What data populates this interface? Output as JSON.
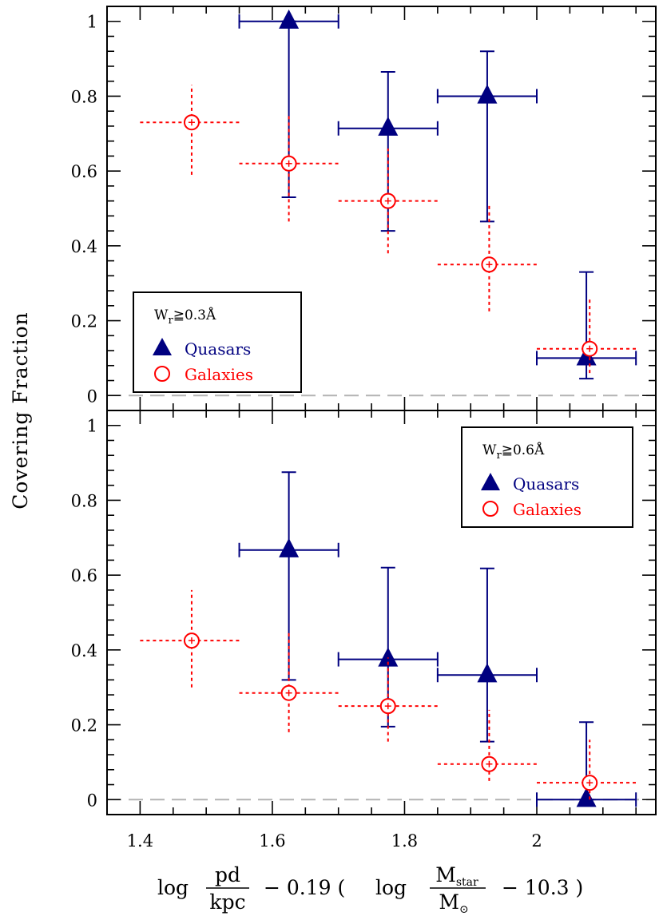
{
  "chart_data": [
    {
      "type": "scatter",
      "panel": "top",
      "ylabel": "Covering Fraction",
      "xlim": [
        1.35,
        2.18
      ],
      "ylim": [
        -0.04,
        1.04
      ],
      "x_ticks": [
        1.4,
        1.6,
        1.8,
        2
      ],
      "x_tick_labels": [
        "1.4",
        "1.6",
        "1.8",
        "2"
      ],
      "y_ticks": [
        0,
        0.2,
        0.4,
        0.6,
        0.8,
        1
      ],
      "y_tick_labels": [
        "0",
        "0.2",
        "0.4",
        "0.6",
        "0.8",
        "1"
      ],
      "reference_line": {
        "y": 0,
        "style": "dashed",
        "color": "#b3b3b3"
      },
      "legend": {
        "placement": "left-lower",
        "title_base": "W",
        "title_sub": "r",
        "title_rest": "≧0.3Å",
        "entries": [
          "Quasars",
          "Galaxies"
        ]
      },
      "series": [
        {
          "name": "Quasars",
          "marker": "filled-triangle",
          "color": "#000080",
          "points": [
            {
              "x": 1.625,
              "y": 1.0,
              "xlo": 1.55,
              "xhi": 1.7,
              "ylo": 0.53,
              "yhi": 1.0
            },
            {
              "x": 1.775,
              "y": 0.714,
              "xlo": 1.7,
              "xhi": 1.85,
              "ylo": 0.44,
              "yhi": 0.865
            },
            {
              "x": 1.925,
              "y": 0.8,
              "xlo": 1.85,
              "xhi": 2.0,
              "ylo": 0.465,
              "yhi": 0.92
            },
            {
              "x": 2.075,
              "y": 0.1,
              "xlo": 2.0,
              "xhi": 2.15,
              "ylo": 0.045,
              "yhi": 0.33
            }
          ]
        },
        {
          "name": "Galaxies",
          "marker": "open-circle",
          "color": "#ff0000",
          "points": [
            {
              "x": 1.478,
              "y": 0.73,
              "xlo": 1.4,
              "xhi": 1.55,
              "ylo": 0.59,
              "yhi": 0.83
            },
            {
              "x": 1.625,
              "y": 0.62,
              "xlo": 1.55,
              "xhi": 1.7,
              "ylo": 0.465,
              "yhi": 0.75
            },
            {
              "x": 1.775,
              "y": 0.52,
              "xlo": 1.7,
              "xhi": 1.85,
              "ylo": 0.38,
              "yhi": 0.66
            },
            {
              "x": 1.928,
              "y": 0.35,
              "xlo": 1.85,
              "xhi": 2.0,
              "ylo": 0.225,
              "yhi": 0.51
            },
            {
              "x": 2.08,
              "y": 0.125,
              "xlo": 2.0,
              "xhi": 2.15,
              "ylo": 0.06,
              "yhi": 0.26
            }
          ]
        }
      ]
    },
    {
      "type": "scatter",
      "panel": "bottom",
      "xlabel_parts": {
        "log1": "log",
        "frac1_num": "pd",
        "frac1_den": "kpc",
        "mid": "− 0.19 (",
        "log2": "log",
        "frac2_num_base": "M",
        "frac2_num_sub": "star",
        "frac2_den_base": "M",
        "frac2_den_sub": "⊙",
        "tail": "− 10.3 )"
      },
      "xlim": [
        1.35,
        2.18
      ],
      "ylim": [
        -0.04,
        1.04
      ],
      "x_ticks": [
        1.4,
        1.6,
        1.8,
        2
      ],
      "x_tick_labels": [
        "1.4",
        "1.6",
        "1.8",
        "2"
      ],
      "y_ticks": [
        0,
        0.2,
        0.4,
        0.6,
        0.8,
        1
      ],
      "y_tick_labels": [
        "0",
        "0.2",
        "0.4",
        "0.6",
        "0.8",
        "1"
      ],
      "reference_line": {
        "y": 0,
        "style": "dashed",
        "color": "#b3b3b3"
      },
      "legend": {
        "placement": "top-right",
        "title_base": "W",
        "title_sub": "r",
        "title_rest": "≧0.6Å",
        "entries": [
          "Quasars",
          "Galaxies"
        ]
      },
      "series": [
        {
          "name": "Quasars",
          "marker": "filled-triangle",
          "color": "#000080",
          "points": [
            {
              "x": 1.625,
              "y": 0.667,
              "xlo": 1.55,
              "xhi": 1.7,
              "ylo": 0.32,
              "yhi": 0.875
            },
            {
              "x": 1.775,
              "y": 0.375,
              "xlo": 1.7,
              "xhi": 1.85,
              "ylo": 0.195,
              "yhi": 0.62
            },
            {
              "x": 1.925,
              "y": 0.333,
              "xlo": 1.85,
              "xhi": 2.0,
              "ylo": 0.155,
              "yhi": 0.618
            },
            {
              "x": 2.075,
              "y": 0.0,
              "xlo": 2.0,
              "xhi": 2.15,
              "ylo": 0.0,
              "yhi": 0.207
            }
          ]
        },
        {
          "name": "Galaxies",
          "marker": "open-circle",
          "color": "#ff0000",
          "points": [
            {
              "x": 1.478,
              "y": 0.425,
              "xlo": 1.4,
              "xhi": 1.55,
              "ylo": 0.3,
              "yhi": 0.56
            },
            {
              "x": 1.625,
              "y": 0.285,
              "xlo": 1.55,
              "xhi": 1.7,
              "ylo": 0.18,
              "yhi": 0.445
            },
            {
              "x": 1.775,
              "y": 0.25,
              "xlo": 1.7,
              "xhi": 1.85,
              "ylo": 0.155,
              "yhi": 0.38
            },
            {
              "x": 1.928,
              "y": 0.095,
              "xlo": 1.85,
              "xhi": 2.0,
              "ylo": 0.05,
              "yhi": 0.24
            },
            {
              "x": 2.08,
              "y": 0.045,
              "xlo": 2.0,
              "xhi": 2.15,
              "ylo": 0.0,
              "yhi": 0.16
            }
          ]
        }
      ]
    }
  ]
}
